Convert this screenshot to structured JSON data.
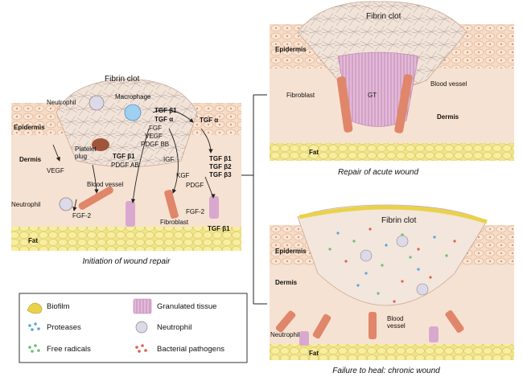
{
  "panels": {
    "initiation": {
      "caption": "Initiation of wound repair",
      "labels": {
        "fibrin_clot": "Fibrin clot",
        "neutrophil_top": "Neutrophil",
        "macrophage": "Macrophage",
        "epidermis": "Epidermis",
        "dermis": "Dermis",
        "platelet_plug": "Platelet\nplug",
        "vegf": "VEGF",
        "blood_vessel": "Blood vessel",
        "neutrophil_bottom": "Neutrophil",
        "fgf2_left": "FGF-2",
        "fibroblast": "Fibroblast",
        "fat": "Fat",
        "tgfb1_mac": "TGF β1",
        "tgfa_mac": "TGF α",
        "fgf_mac": "FGF",
        "vegf_mac": "VEGF",
        "pdgfbb": "PDGF BB",
        "tgfb1_plt": "TGF β1",
        "pdgfab": "PDGF AB",
        "tgfa_right": "TGF α",
        "tgfb1_r": "TGF β1",
        "tgfb2_r": "TGF β2",
        "tgfb3_r": "TGF β3",
        "igf": "IGF",
        "kgf": "KGF",
        "pdgf": "PDGF",
        "fgf2_right": "FGF-2",
        "tgfb1_bottom": "TGF β1"
      }
    },
    "acute": {
      "caption": "Repair of acute wound",
      "labels": {
        "fibrin_clot": "Fibrin clot",
        "epidermis": "Epidermis",
        "fibroblast": "Fibroblast",
        "gt": "GT",
        "blood_vessel": "Blood vessel",
        "dermis": "Dermis",
        "fat": "Fat"
      }
    },
    "chronic": {
      "caption": "Failure to heal: chronic wound",
      "labels": {
        "fibrin_clot": "Fibrin clot",
        "epidermis": "Epidermis",
        "dermis": "Dermis",
        "blood_vessel": "Blood\nvessel",
        "neutrophil": "Neutrophil",
        "fat": "Fat"
      }
    }
  },
  "legend": {
    "items": [
      {
        "label": "Biofilm",
        "icon": "biofilm-icon"
      },
      {
        "label": "Granulated tissue",
        "icon": "granulated-tissue-icon"
      },
      {
        "label": "Proteases",
        "icon": "proteases-icon"
      },
      {
        "label": "Neutrophil",
        "icon": "neutrophil-icon"
      },
      {
        "label": "Free radicals",
        "icon": "free-radicals-icon"
      },
      {
        "label": "Bacterial pathogens",
        "icon": "bacterial-pathogens-icon"
      }
    ]
  },
  "colors": {
    "skin": "#f7dcc6",
    "skin_dark": "#e8b99a",
    "dermis": "#f6e2d2",
    "fat": "#f4ea9a",
    "fibroblast": "#e0866a",
    "granulated": "#d9a8cf",
    "biofilm": "#e9d24a",
    "protease": "#5aa7d6",
    "free_radical": "#6cbf6a",
    "bacteria": "#d8644a"
  }
}
